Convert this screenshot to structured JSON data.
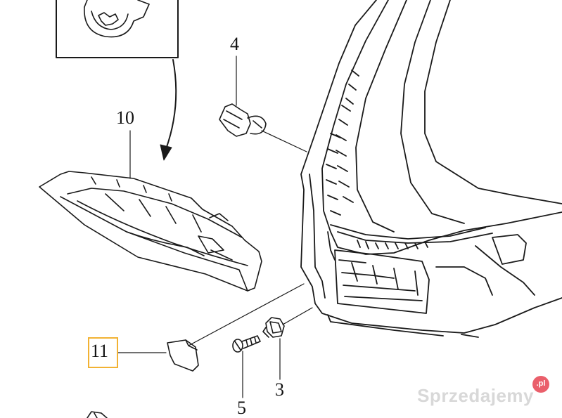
{
  "callouts": {
    "part_3": "3",
    "part_4": "4",
    "part_5": "5",
    "part_10": "10",
    "part_11": "11"
  },
  "highlight_color": "#f2b233",
  "watermark": {
    "text": "Sprzedajemy",
    "badge": ".pl",
    "badge_color": "#ea5f6b"
  }
}
